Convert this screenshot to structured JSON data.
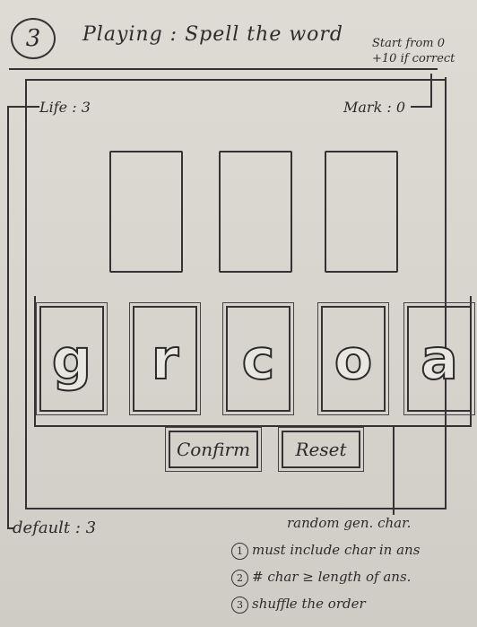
{
  "header": {
    "step_number": "3",
    "title": "Playing : Spell the word",
    "note_line1": "Start from 0",
    "note_line2": "+10 if correct"
  },
  "status": {
    "life": "Life : 3",
    "mark": "Mark : 0"
  },
  "answer_slots": [
    "",
    "",
    ""
  ],
  "letters": [
    "g",
    "r",
    "c",
    "o",
    "a"
  ],
  "buttons": {
    "confirm": "Confirm",
    "reset": "Reset"
  },
  "notes": {
    "default": "default : 3",
    "random_header": "random gen. char.",
    "rules": [
      {
        "num": "1",
        "text": "must include char in ans"
      },
      {
        "num": "2",
        "text": "# char ≥ length of ans."
      },
      {
        "num": "3",
        "text": "shuffle the order"
      }
    ]
  }
}
